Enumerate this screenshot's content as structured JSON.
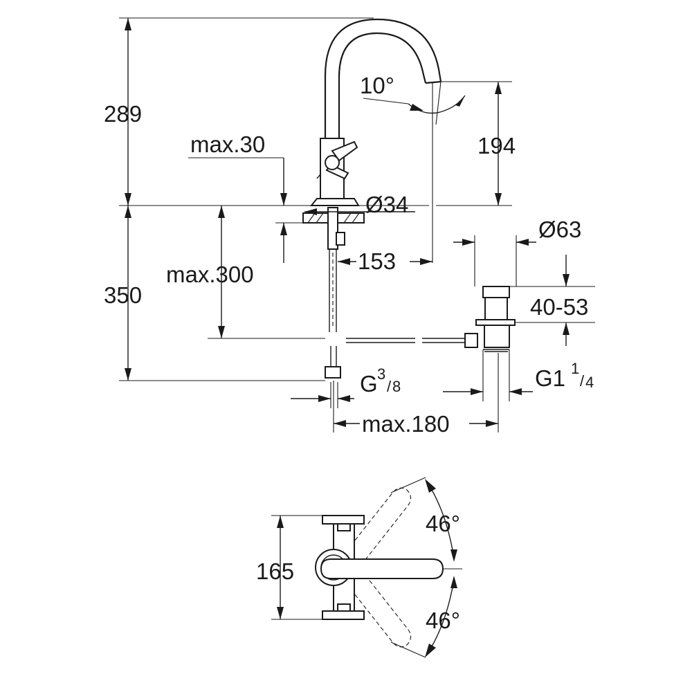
{
  "labels": {
    "h289": "289",
    "max30": "max.30",
    "deg10": "10°",
    "h194": "194",
    "d34": "Ø34",
    "d63": "Ø63",
    "w153": "153",
    "max300": "max.300",
    "h350": "350",
    "r4053": "40-53",
    "g38_g": "G",
    "g38_num": "3",
    "g38_den": "8",
    "g114_g": "G1",
    "g114_num": "1",
    "g114_den": "4",
    "max180": "max.180",
    "h165": "165",
    "deg46_top": "46°",
    "deg46_bottom": "46°"
  }
}
